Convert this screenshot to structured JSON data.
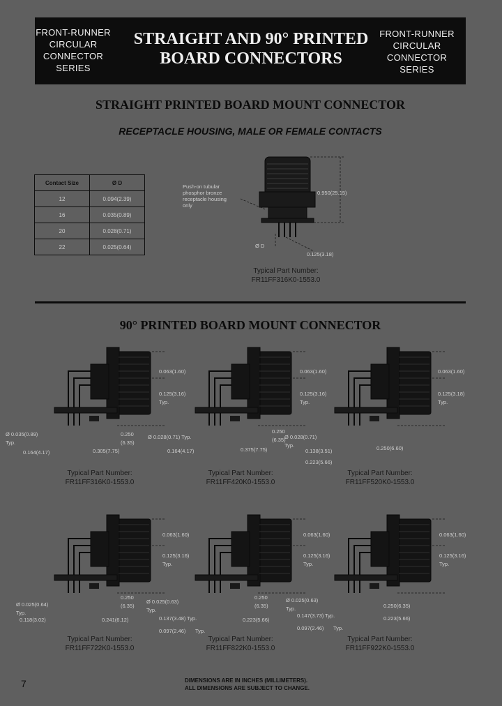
{
  "header": {
    "series_left": [
      "FRONT-RUNNER",
      "CIRCULAR",
      "CONNECTOR",
      "SERIES"
    ],
    "series_right": [
      "FRONT-RUNNER",
      "CIRCULAR",
      "CONNECTOR",
      "SERIES"
    ],
    "title_line1": "STRAIGHT AND 90° PRINTED",
    "title_line2": "BOARD CONNECTORS"
  },
  "straight_section": {
    "title": "STRAIGHT PRINTED BOARD MOUNT CONNECTOR",
    "subtitle": "RECEPTACLE HOUSING, MALE OR FEMALE CONTACTS",
    "table": {
      "headers": [
        "Contact Size",
        "Ø D"
      ],
      "rows": [
        [
          "12",
          "0.094(2.39)"
        ],
        [
          "16",
          "0.035(0.89)"
        ],
        [
          "20",
          "0.028(0.71)"
        ],
        [
          "22",
          "0.025(0.64)"
        ]
      ]
    },
    "callout": [
      "Push-on tubular",
      "phosphor bronze",
      "receptacle housing",
      "only"
    ],
    "dim_height": "0.950(25.15)",
    "dim_od": "Ø D",
    "dim_pin": "0.125(3.18)",
    "part_label": "Typical Part Number:",
    "part_number": "FR11FF316K0-1553.0"
  },
  "ninety_section": {
    "title": "90° PRINTED BOARD MOUNT CONNECTOR",
    "diagrams": [
      {
        "dims": [
          "0.063(1.60)",
          "0.125(3.16)",
          "Typ.",
          "Ø 0.035(0.89)",
          "Typ.",
          "0.250",
          "(6.35)",
          "0.164(4.17)",
          "0.305(7.75)"
        ],
        "part_label": "Typical Part Number:",
        "part_number": "FR11FF316K0-1553.0"
      },
      {
        "dims": [
          "0.063(1.60)",
          "0.125(3.16)",
          "Typ.",
          "Ø 0.028(0.71) Typ.",
          "0.250",
          "(6.35)",
          "0.164(4.17)",
          "0.375(7.75)"
        ],
        "part_label": "Typical Part Number:",
        "part_number": "FR11FF420K0-1553.0"
      },
      {
        "dims": [
          "0.063(1.60)",
          "0.125(3.18)",
          "Typ.",
          "Ø 0.028(0.71)",
          "Typ.",
          "0.138(3.51)",
          "0.250(6.60)",
          "0.223(5.66)"
        ],
        "part_label": "Typical Part Number:",
        "part_number": "FR11FF520K0-1553.0"
      },
      {
        "dims": [
          "0.063(1.60)",
          "0.125(3.16)",
          "Typ.",
          "0.250",
          "(6.35)",
          "Ø 0.025(0.64)",
          "Typ.",
          "0.118(3.02)",
          "0.241(6.12)"
        ],
        "part_label": "Typical Part Number:",
        "part_number": "FR11FF722K0-1553.0"
      },
      {
        "dims": [
          "0.063(1.60)",
          "0.125(3.16)",
          "Typ.",
          "0.250",
          "(6.35)",
          "Ø 0.025(0.63)",
          "Typ.",
          "0.137(3.48)",
          "Typ.",
          "0.223(5.66)",
          "0.097(2.46)",
          "Typ."
        ],
        "part_label": "Typical Part Number:",
        "part_number": "FR11FF822K0-1553.0"
      },
      {
        "dims": [
          "0.063(1.60)",
          "0.125(3.16)",
          "Typ.",
          "Ø 0.025(0.63)",
          "Typ.",
          "0.147(3.73)",
          "Typ.",
          "0.250(6.35)",
          "0.223(5.66)",
          "0.097(2.46)",
          "Typ."
        ],
        "part_label": "Typical Part Number:",
        "part_number": "FR11FF922K0-1553.0"
      }
    ]
  },
  "footer": {
    "page_number": "7",
    "note_line1": "DIMENSIONS ARE IN INCHES (MILLIMETERS).",
    "note_line2": "ALL DIMENSIONS ARE SUBJECT TO CHANGE."
  }
}
